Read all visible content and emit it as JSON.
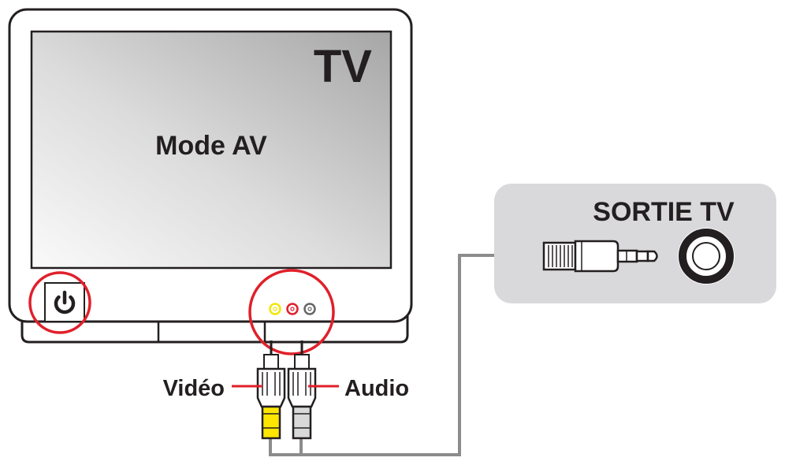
{
  "tv": {
    "label": "TV",
    "screen_text": "Mode AV"
  },
  "cable": {
    "video_label": "Vidéo",
    "audio_label": "Audio"
  },
  "device": {
    "output_label": "SORTIE TV"
  },
  "colors": {
    "highlight_circle": "#e0202a",
    "video_plug": "#ffe600",
    "audio_plug": "#d9d9d9",
    "cable": "#8c8c8c",
    "outline": "#231f20",
    "device_panel": "#d9d9db",
    "screen_light": "#fafafa",
    "screen_dark": "#a6a6a6"
  },
  "icons": {
    "power": "power-icon",
    "av_jacks": [
      "yellow-jack-icon",
      "red-jack-icon",
      "gray-jack-icon"
    ]
  }
}
